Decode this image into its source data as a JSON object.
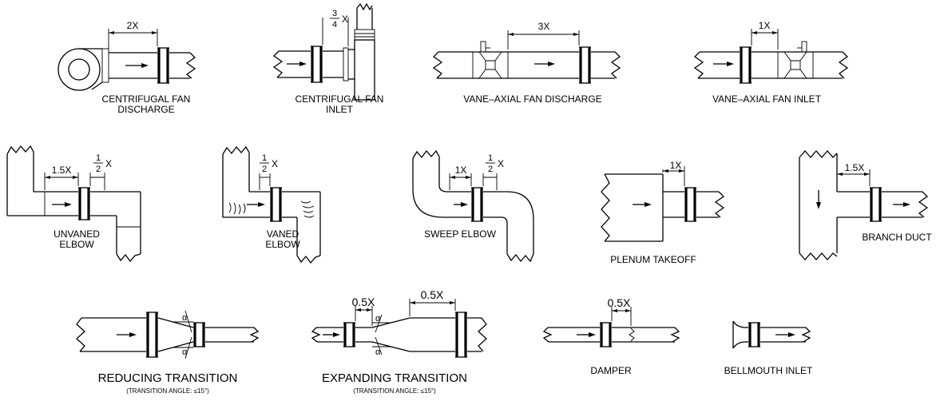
{
  "diagrams": {
    "centrifugal_discharge": {
      "dim": "2X",
      "caption_line1": "CENTRIFUGAL FAN",
      "caption_line2": "DISCHARGE"
    },
    "centrifugal_inlet": {
      "frac_num": "3",
      "frac_den": "4",
      "frac_unit": "X",
      "caption_line1": "CENTRIFUGAL FAN",
      "caption_line2": "INLET"
    },
    "vane_axial_discharge": {
      "dim": "3X",
      "caption": "VANE–AXIAL FAN DISCHARGE"
    },
    "vane_axial_inlet": {
      "dim": "1X",
      "caption": "VANE–AXIAL FAN INLET"
    },
    "unvaned_elbow": {
      "dim": "1.5X",
      "frac_num": "1",
      "frac_den": "2",
      "frac_unit": "X",
      "caption_line1": "UNVANED",
      "caption_line2": "ELBOW"
    },
    "vaned_elbow": {
      "frac_num": "1",
      "frac_den": "2",
      "frac_unit": "X",
      "caption_line1": "VANED",
      "caption_line2": "ELBOW"
    },
    "sweep_elbow": {
      "dim": "1X",
      "frac_num": "1",
      "frac_den": "2",
      "frac_unit": "X",
      "caption": "SWEEP ELBOW"
    },
    "plenum_takeoff": {
      "dim": "1X",
      "caption": "PLENUM TAKEOFF"
    },
    "branch_duct": {
      "dim": "1.5X",
      "caption": "BRANCH DUCT"
    },
    "reducing_transition": {
      "angle_symbol": "α",
      "caption": "REDUCING TRANSITION",
      "note": "(TRANSITION ANGLE: ≤15°)"
    },
    "expanding_transition": {
      "dim1": "0.5X",
      "dim2": "0.5X",
      "angle_symbol": "α",
      "caption": "EXPANDING TRANSITION",
      "note": "(TRANSITION ANGLE: ≤15°)"
    },
    "damper": {
      "dim": "0.5X",
      "caption": "DAMPER"
    },
    "bellmouth_inlet": {
      "caption": "BELLMOUTH INLET"
    }
  }
}
